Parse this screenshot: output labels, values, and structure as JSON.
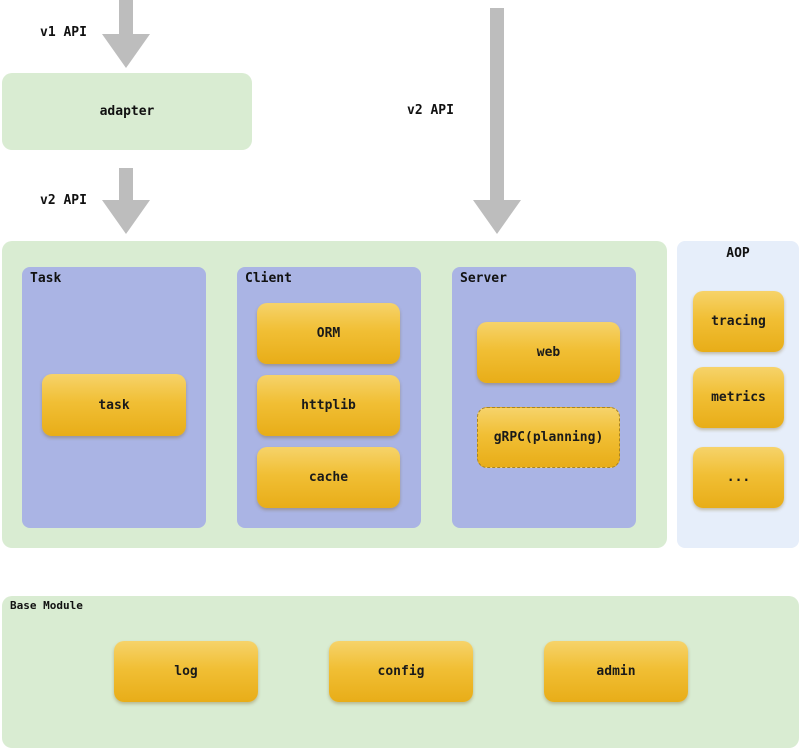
{
  "arrows": {
    "v1_api_label": "v1 API",
    "v2_api_left_label": "v2 API",
    "v2_api_right_label": "v2 API"
  },
  "adapter": {
    "label": "adapter"
  },
  "task_panel": {
    "title": "Task",
    "items": [
      "task"
    ]
  },
  "client_panel": {
    "title": "Client",
    "items": [
      "ORM",
      "httplib",
      "cache"
    ]
  },
  "server_panel": {
    "title": "Server",
    "items": [
      "web",
      "gRPC(planning)"
    ]
  },
  "aop_panel": {
    "title": "AOP",
    "items": [
      "tracing",
      "metrics",
      "..."
    ]
  },
  "base_module": {
    "title": "Base Module",
    "items": [
      "log",
      "config",
      "admin"
    ]
  },
  "colors": {
    "green_fill": "#d9ecd2",
    "blue_panel": "#aab4e4",
    "aop_fill": "#e6eefa",
    "box_fill": "#f1bf35",
    "arrow": "#bdbdbd"
  }
}
